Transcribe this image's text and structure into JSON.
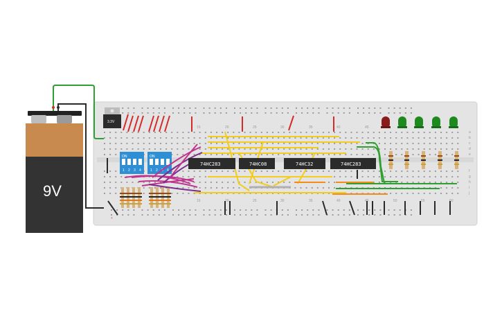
{
  "battery": {
    "label": "9V"
  },
  "regulator": {
    "label": "3.3V"
  },
  "dip_switches": [
    {
      "on_label": "ON",
      "numbers": [
        "1",
        "2",
        "3",
        "4"
      ]
    },
    {
      "on_label": "ON",
      "numbers": [
        "1",
        "2",
        "3",
        "4"
      ]
    }
  ],
  "chips": [
    {
      "label": "74HC283"
    },
    {
      "label": "74HC08"
    },
    {
      "label": "74HC32"
    },
    {
      "label": "74HC283"
    }
  ],
  "breadboard": {
    "column_numbers_top": [
      "15",
      "20",
      "25",
      "30",
      "35",
      "40",
      "45"
    ],
    "column_numbers_bottom": [
      "15",
      "20",
      "25",
      "30",
      "35",
      "40",
      "45",
      "50",
      "55",
      "60"
    ],
    "row_letters_right_top": [
      "a",
      "b",
      "c",
      "d",
      "e"
    ],
    "row_letters_right_bottom": [
      "f",
      "g",
      "h",
      "i",
      "j"
    ],
    "rail_minus": "−",
    "rail_plus": "+"
  },
  "leds": [
    {
      "color": "red"
    },
    {
      "color": "green"
    },
    {
      "color": "green"
    },
    {
      "color": "green"
    },
    {
      "color": "green"
    }
  ],
  "colors": {
    "board": "#e4e4e4",
    "board_edge": "#d0d0d0",
    "wire_green": "#2fa02f",
    "wire_red": "#d42a2a",
    "wire_yellow": "#f2cc1f",
    "wire_magenta": "#c0338f",
    "wire_purple": "#7a2d8c",
    "wire_orange": "#f08c1a",
    "wire_black": "#2a2a2a",
    "chip": "#2b2b2b",
    "dip": "#2f8fd6",
    "battery_copper": "#c98a4f",
    "battery_black": "#333333"
  }
}
